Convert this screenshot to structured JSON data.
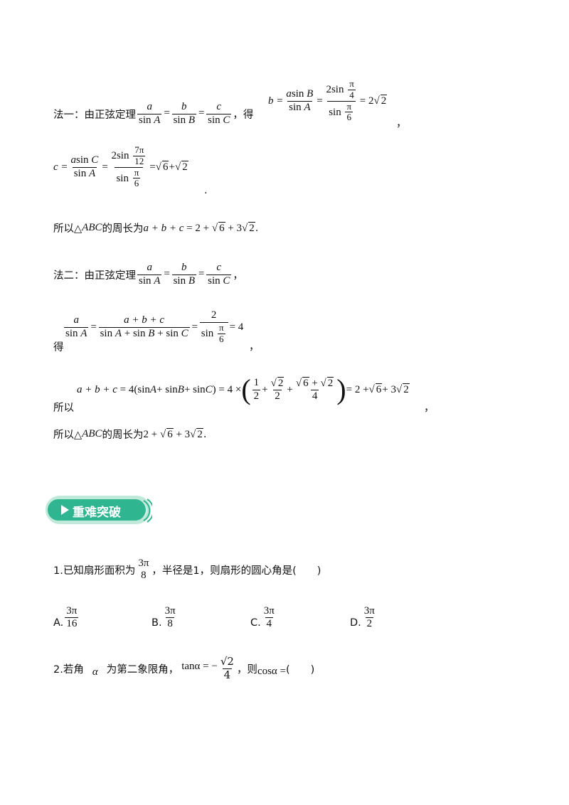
{
  "method1": {
    "label": "法一：由正弦定理",
    "get": "，得",
    "comma": "，",
    "period": ".",
    "perimeter_text": "所以△ABC的周长为",
    "perimeter_prefix": "所以△",
    "perimeter_tri": "ABC",
    "perimeter_suffix": "的周长为"
  },
  "method2": {
    "label": "法二：由正弦定理",
    "comma": "，",
    "get": "得",
    "so": "所以",
    "perimeter_prefix": "所以△",
    "perimeter_tri": "ABC",
    "perimeter_suffix": "的周长为"
  },
  "banner": {
    "title": "重难突破",
    "accent": "#2fb58f"
  },
  "q1": {
    "text_before": "1.已知扇形面积为",
    "text_after": "，半径是1，则扇形的圆心角是(　　)",
    "options": [
      {
        "label": "A.",
        "num": "3π",
        "den": "16"
      },
      {
        "label": "B.",
        "num": "3π",
        "den": "8"
      },
      {
        "label": "C.",
        "num": "3π",
        "den": "4"
      },
      {
        "label": "D.",
        "num": "3π",
        "den": "2"
      }
    ]
  },
  "q2": {
    "text_before": "2.若角",
    "alpha": "α",
    "text_mid": "为第二象限角，",
    "tan": "tanα = −",
    "num": "√2",
    "den": "4",
    "text_then": "，则",
    "cos": "cosα =",
    "paren": "(　　)"
  }
}
